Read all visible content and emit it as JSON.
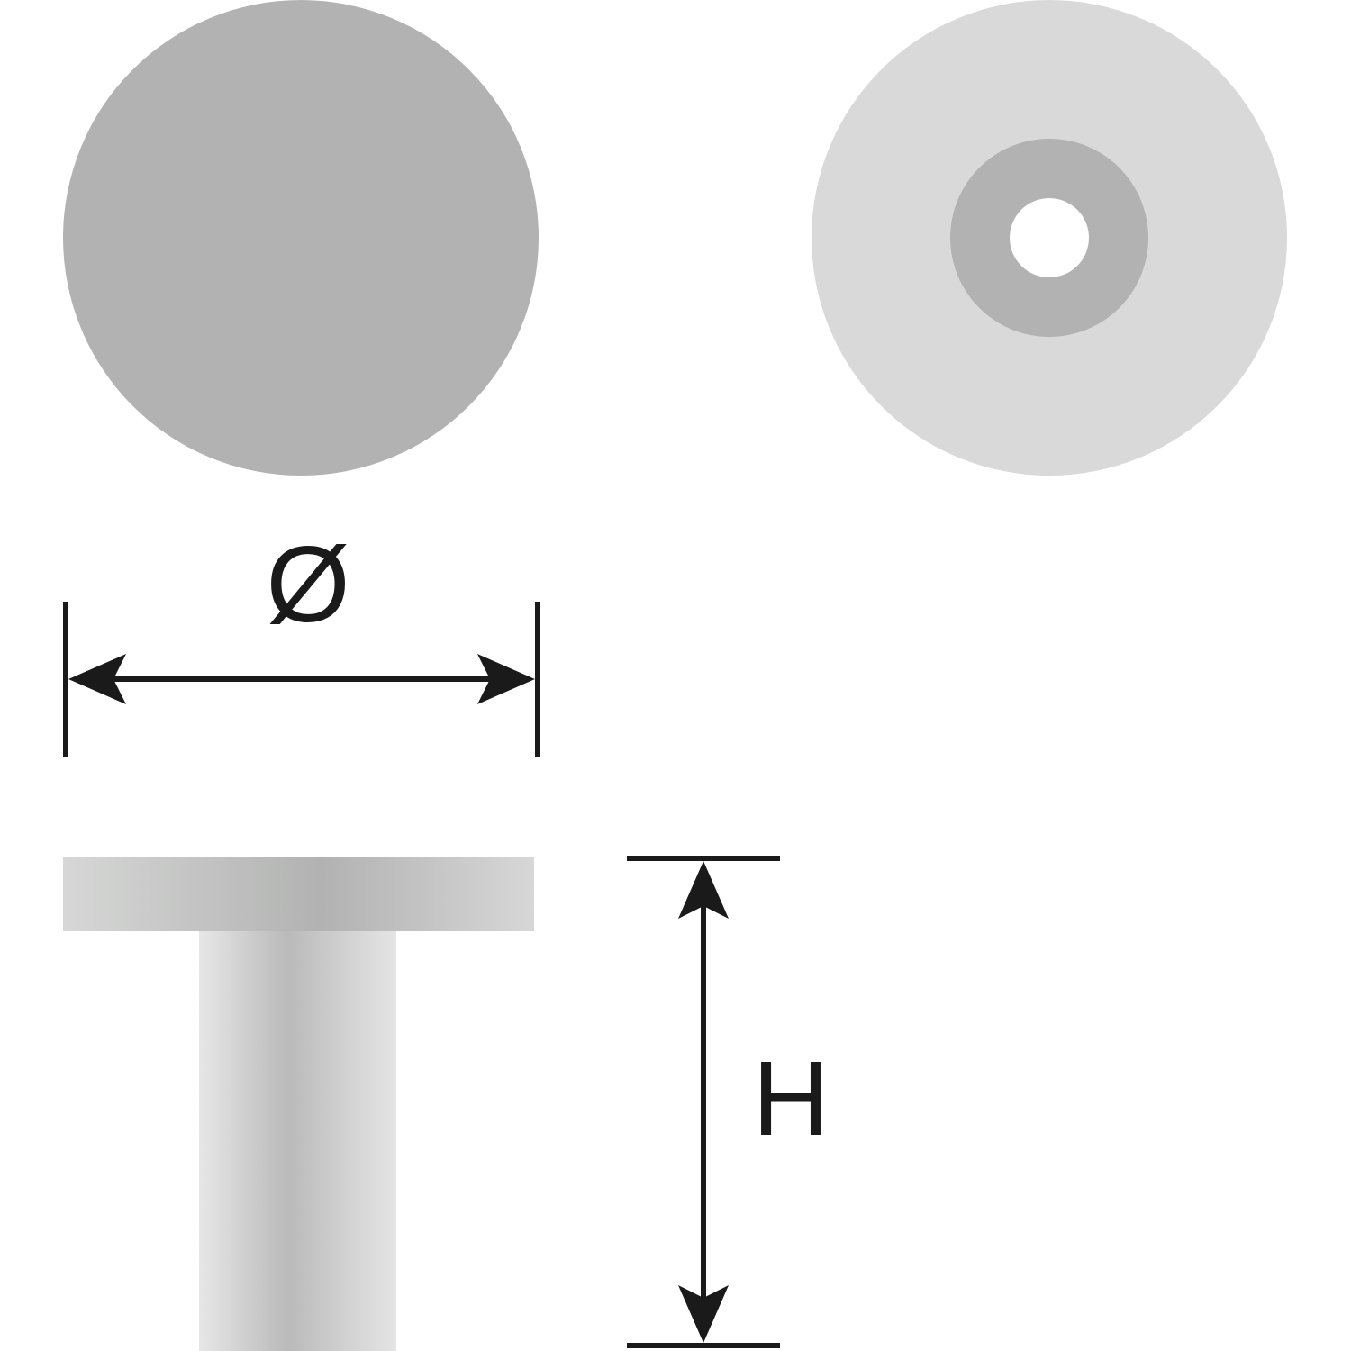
{
  "labels": {
    "diameter": "Ø",
    "height": "H"
  },
  "colors": {
    "dark_gray": "#b1b2b1",
    "light_gray": "#d8d9d8",
    "line": "#1a1a1a",
    "background": "#ffffff"
  },
  "views": [
    "top-view-disc",
    "bottom-view-disc-with-hole",
    "side-view-profile"
  ]
}
